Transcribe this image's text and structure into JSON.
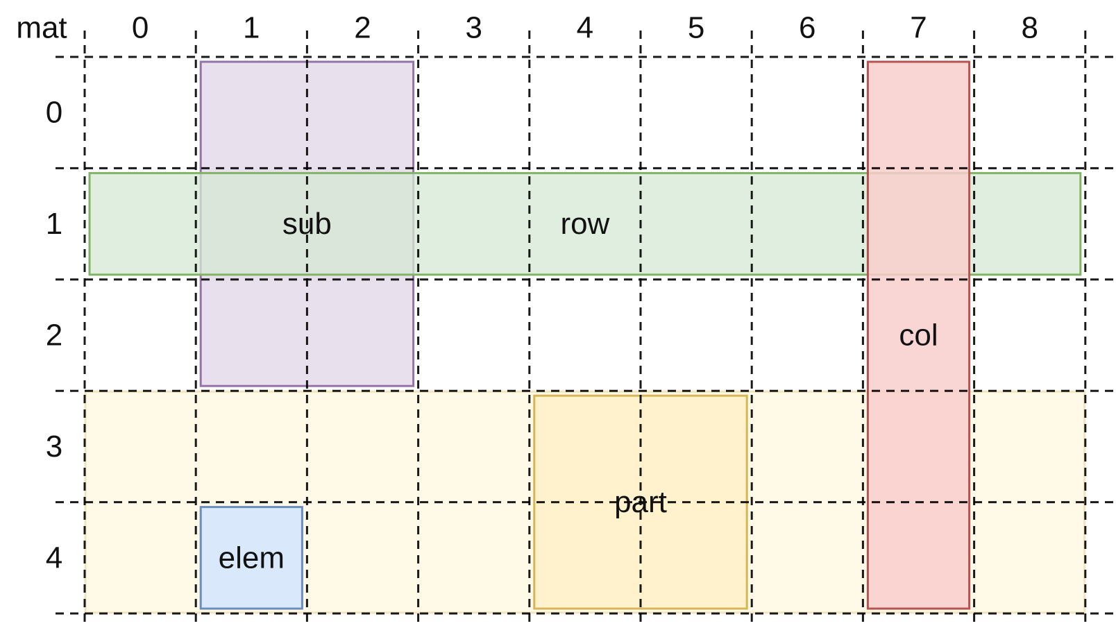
{
  "diagram": {
    "corner_label": "mat",
    "column_labels": [
      "0",
      "1",
      "2",
      "3",
      "4",
      "5",
      "6",
      "7",
      "8"
    ],
    "row_labels": [
      "0",
      "1",
      "2",
      "3",
      "4"
    ],
    "regions": [
      {
        "id": "rows34",
        "label": "",
        "rows": [
          3,
          4
        ],
        "cols": [
          0,
          8
        ],
        "fill": "#fff9e8",
        "stroke": "#f2e4bf"
      },
      {
        "id": "sub",
        "label": "sub",
        "rows": [
          0,
          2
        ],
        "cols": [
          1,
          2
        ],
        "fill": "#e1d5e7",
        "stroke": "#9673a6",
        "opacity": 0.75
      },
      {
        "id": "row",
        "label": "row",
        "rows": [
          1,
          1
        ],
        "cols": [
          0,
          8
        ],
        "fill": "#d5e8d4",
        "stroke": "#82b366",
        "opacity": 0.75
      },
      {
        "id": "col",
        "label": "col",
        "rows": [
          0,
          4
        ],
        "cols": [
          7,
          7
        ],
        "fill": "#f8cecc",
        "stroke": "#b85450",
        "opacity": 0.85
      },
      {
        "id": "part",
        "label": "part",
        "rows": [
          3,
          4
        ],
        "cols": [
          4,
          5
        ],
        "fill": "#fff2cc",
        "stroke": "#d6b656"
      },
      {
        "id": "elem",
        "label": "elem",
        "rows": [
          4,
          4
        ],
        "cols": [
          1,
          1
        ],
        "fill": "#dae8fc",
        "stroke": "#6c8ebf"
      }
    ]
  }
}
